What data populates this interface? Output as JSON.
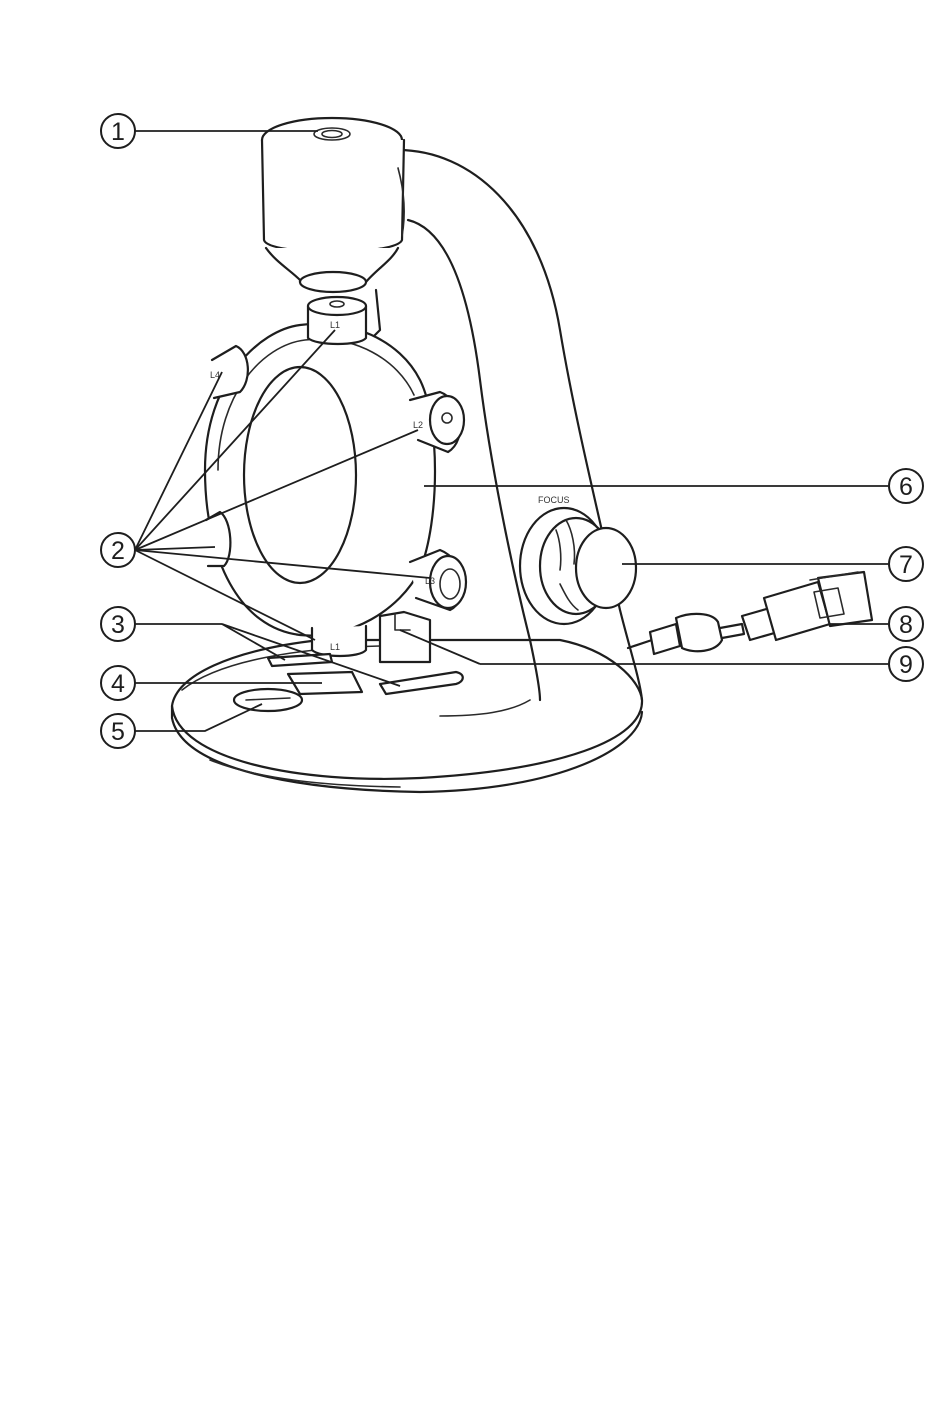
{
  "diagram": {
    "callouts": [
      {
        "id": "1",
        "label": "1"
      },
      {
        "id": "2",
        "label": "2"
      },
      {
        "id": "3",
        "label": "3"
      },
      {
        "id": "4",
        "label": "4"
      },
      {
        "id": "5",
        "label": "5"
      },
      {
        "id": "6",
        "label": "6"
      },
      {
        "id": "7",
        "label": "7"
      },
      {
        "id": "8",
        "label": "8"
      },
      {
        "id": "9",
        "label": "9"
      }
    ],
    "printed_labels": {
      "focus": "FOCUS",
      "lens_top": "L1",
      "lens_bottom": "L1",
      "lens_right_lower": "L3",
      "lens_right_upper": "L2",
      "lens_left": "L4"
    }
  }
}
